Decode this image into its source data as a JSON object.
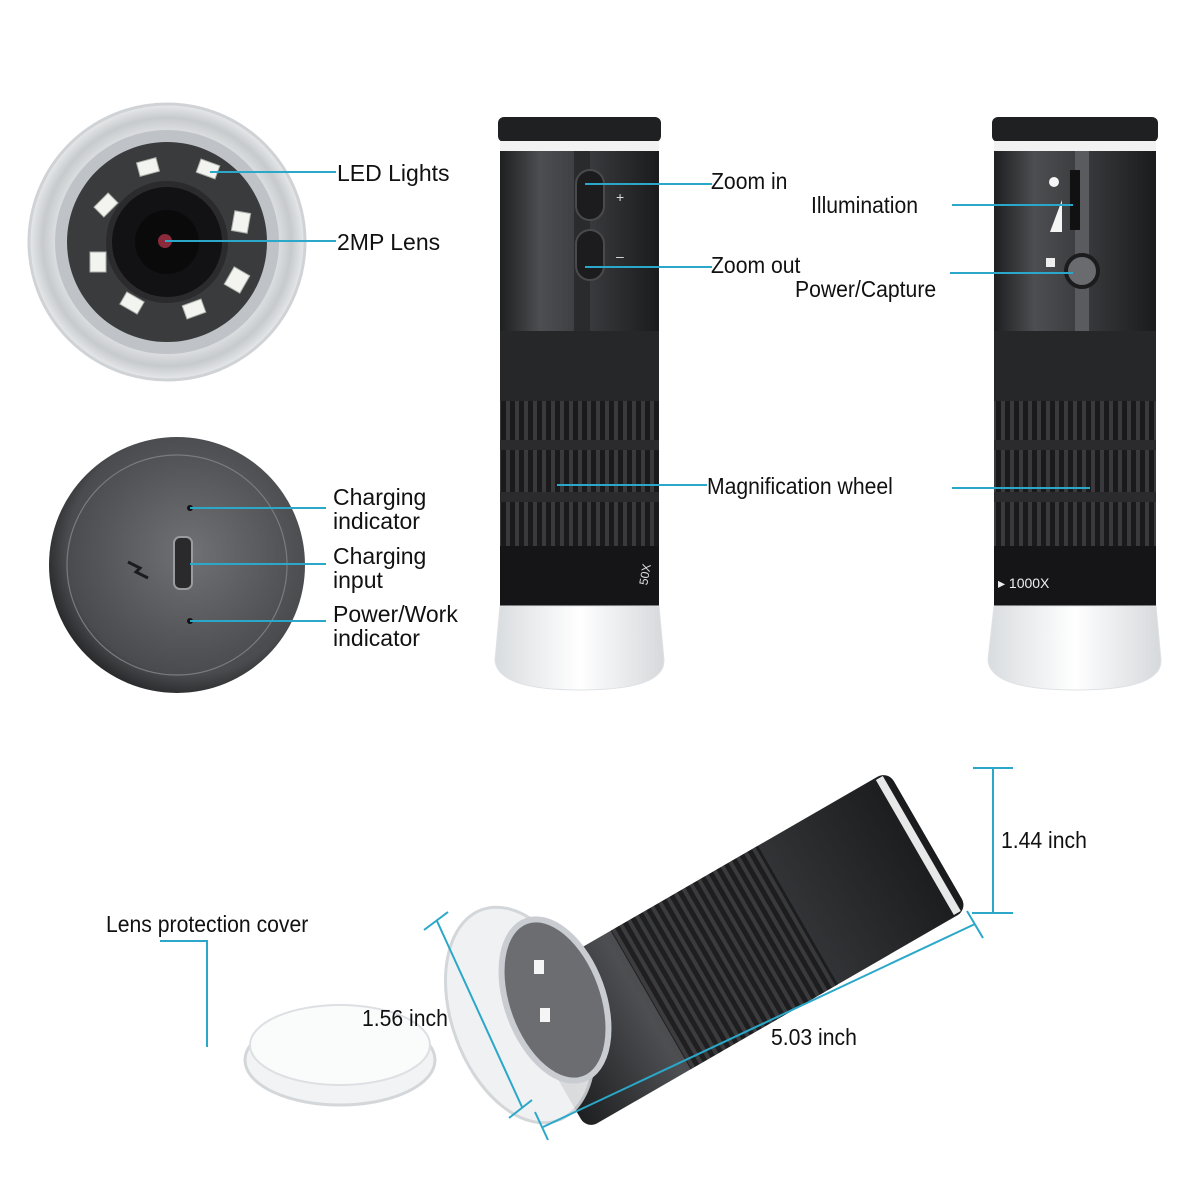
{
  "colors": {
    "callout_line": "#2aa7c9",
    "background": "#ffffff",
    "body_dark": "#2b2c2e",
    "body_mid": "#4a4b4e",
    "rubber_grip": "#1c1c1e",
    "clear_cap": "#eef0f2"
  },
  "front_view": {
    "labels": {
      "led_lights": "LED Lights",
      "lens": "2MP Lens"
    }
  },
  "bottom_view": {
    "labels": {
      "charging_indicator_1": "Charging",
      "charging_indicator_2": "indicator",
      "charging_input_1": "Charging",
      "charging_input_2": "input",
      "power_indicator_1": "Power/Work",
      "power_indicator_2": "indicator"
    },
    "icons": [
      "lightning-icon",
      "micro-usb-port"
    ]
  },
  "side_view_left": {
    "labels": {
      "zoom_in": "Zoom in",
      "zoom_out": "Zoom out"
    },
    "button_symbols": {
      "plus": "+",
      "minus": "–"
    },
    "magnification_mark": "50X"
  },
  "side_view_right": {
    "labels": {
      "illumination": "Illumination",
      "power_capture": "Power/Capture"
    },
    "magnification_mark": "▸ 1000X"
  },
  "shared": {
    "magnification_wheel": "Magnification wheel"
  },
  "dimensions": {
    "height": "1.44 inch",
    "diameter": "1.56 inch",
    "length": "5.03 inch",
    "cover_label": "Lens protection cover"
  }
}
